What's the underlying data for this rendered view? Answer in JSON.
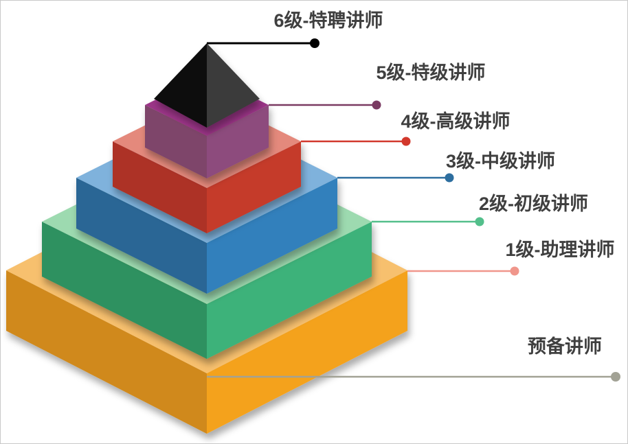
{
  "page": {
    "background": "#FFFFFF",
    "border_color": "#C9C9C9",
    "label_color": "#3F3F3F"
  },
  "diagram": {
    "type": "stacked-pyramid",
    "description_levels_top_to_bottom": 7
  },
  "levels": [
    {
      "label": "6级-特聘讲师",
      "line_color": "#000000",
      "faces": {
        "left": "#101010",
        "right": "#3A3A3A"
      }
    },
    {
      "label": "5级-特级讲师",
      "line_color": "#7A3A62",
      "faces": {
        "top": "#9C3488",
        "left": "#7E446B",
        "right": "#8D4C7D"
      }
    },
    {
      "label": "4级-高级讲师",
      "line_color": "#D2382C",
      "faces": {
        "top": "#E4897C",
        "left": "#AD3227",
        "right": "#C53B2C"
      }
    },
    {
      "label": "3级-中级讲师",
      "line_color": "#2D6E9F",
      "faces": {
        "top": "#7FB2DC",
        "left": "#296695",
        "right": "#3180BC"
      }
    },
    {
      "label": "2级-初级讲师",
      "line_color": "#53BF8B",
      "faces": {
        "top": "#9DDAB0",
        "left": "#2F9161",
        "right": "#3EB27A"
      }
    },
    {
      "label": "1级-助理讲师",
      "line_color": "#F0968B",
      "faces": {
        "top": "#F7C06E",
        "left": "#D0891A",
        "right": "#F4A21F"
      }
    },
    {
      "label": "预备讲师",
      "line_color": "#A2A295"
    }
  ]
}
